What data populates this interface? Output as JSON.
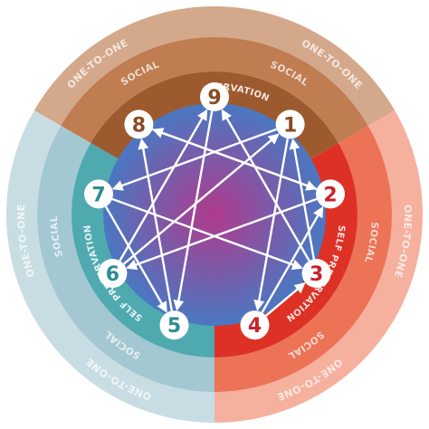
{
  "diagram": {
    "ring_labels": {
      "outer": "ONE-TO-ONE",
      "middle": "SOCIAL",
      "inner": "SELF PRESERVATION"
    },
    "points": [
      {
        "label": "9",
        "group": "body"
      },
      {
        "label": "1",
        "group": "body"
      },
      {
        "label": "2",
        "group": "heart"
      },
      {
        "label": "3",
        "group": "heart"
      },
      {
        "label": "4",
        "group": "heart"
      },
      {
        "label": "5",
        "group": "head"
      },
      {
        "label": "6",
        "group": "head"
      },
      {
        "label": "7",
        "group": "head"
      },
      {
        "label": "8",
        "group": "body"
      }
    ],
    "groups": {
      "body": {
        "outer": "#d4a88b",
        "middle": "#c07d52",
        "inner": "#9c5a2e",
        "number_color": "#8a4a22"
      },
      "heart": {
        "outer": "#f6b09e",
        "middle": "#ec7356",
        "inner": "#dd3125",
        "number_color": "#c8232b"
      },
      "head": {
        "outer": "#c8dde3",
        "middle": "#a3c8d2",
        "inner": "#4faab0",
        "number_color": "#2b8d92"
      }
    },
    "core_colors": {
      "center": "#b03a8c",
      "edge": "#4a78c2"
    },
    "arrow_color": "#ffffff"
  }
}
